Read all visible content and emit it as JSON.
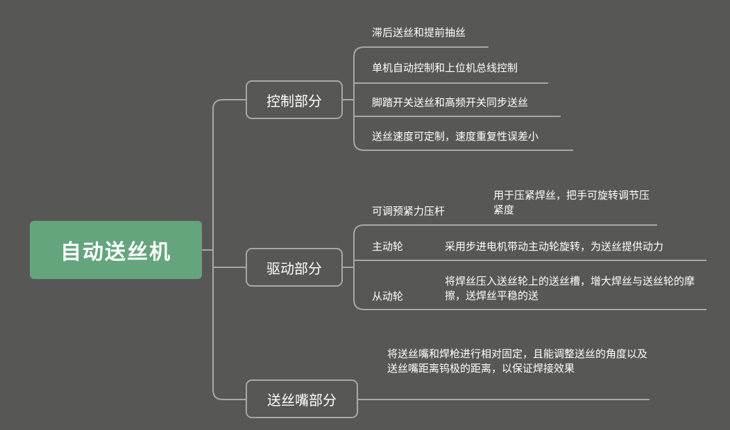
{
  "root": {
    "label": "自动送丝机"
  },
  "branches": [
    {
      "label": "控制部分",
      "items": [
        {
          "text": "滞后送丝和提前抽丝"
        },
        {
          "text": "单机自动控制和上位机总线控制"
        },
        {
          "text": "脚踏开关送丝和高频开关同步送丝"
        },
        {
          "text": "送丝速度可定制，速度重复性误差小"
        }
      ]
    },
    {
      "label": "驱动部分",
      "items": [
        {
          "label": "可调预紧力压杆",
          "desc": "用于压紧焊丝，把手可旋转调节压紧度"
        },
        {
          "label": "主动轮",
          "desc": "采用步进电机带动主动轮旋转，为送丝提供动力"
        },
        {
          "label": "从动轮",
          "desc": "将焊丝压入送丝轮上的送丝槽，增大焊丝与送丝轮的摩擦，送焊丝平稳的送"
        }
      ]
    },
    {
      "label": "送丝嘴部分",
      "items": [
        {
          "text": "将送丝嘴和焊枪进行相对固定，且能调整送丝的角度以及送丝嘴距离钨极的距离，以保证焊接效果"
        }
      ]
    }
  ],
  "colors": {
    "background": "#575755",
    "root": "#64a57d",
    "connector": "#a9a9a6",
    "text": "#ffffff"
  }
}
